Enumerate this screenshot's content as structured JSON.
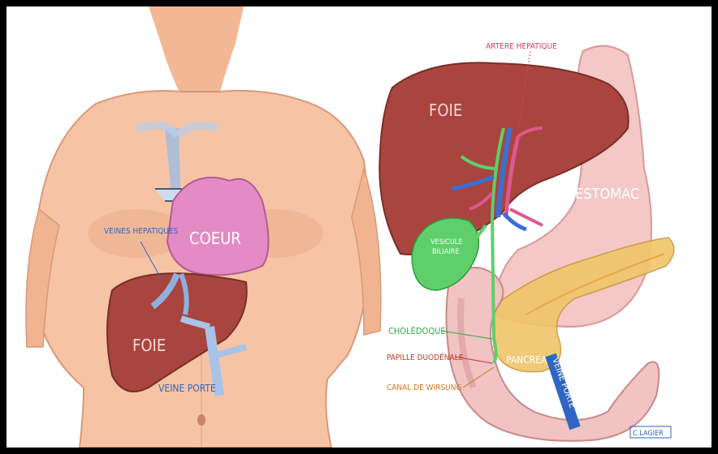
{
  "left_panel": {
    "labels": {
      "veines_hepatiques": "VEINES HEPATIQUES",
      "coeur": "COEUR",
      "foie": "FOIE",
      "veine_porte": "VEINE PORTE"
    }
  },
  "right_panel": {
    "labels": {
      "artere_hepatique": "ARTERE HEPATIQUE",
      "foie": "FOIE",
      "estomac": "ESTOMAC",
      "vesicule_biliaire_1": "VESICULE",
      "vesicule_biliaire_2": "BILIAIRE",
      "choledoque": "CHOLÉDOQUE",
      "papille_duodenale": "PAPILLE DUODÉNALE",
      "canal_de_wirsung": "CANAL DE WIRSUNG",
      "pancreas": "PANCREAS",
      "veine_porte": "VEINE PORTE"
    },
    "signature": "C.LAGIER"
  },
  "colors": {
    "skin": "#f6c4a5",
    "liver": "#a9453e",
    "heart": "#e48ac4",
    "vein_blue": "#7fa6d8",
    "artery_pink": "#e0578e",
    "bile_green": "#5ecf6a",
    "pancreas": "#f0c56a",
    "stomach": "#f3c8c6",
    "label_blue": "#2f66c2",
    "label_pink": "#d13c6e",
    "label_green": "#2faa46",
    "label_red": "#c0392b",
    "label_orange": "#c87a1e"
  }
}
